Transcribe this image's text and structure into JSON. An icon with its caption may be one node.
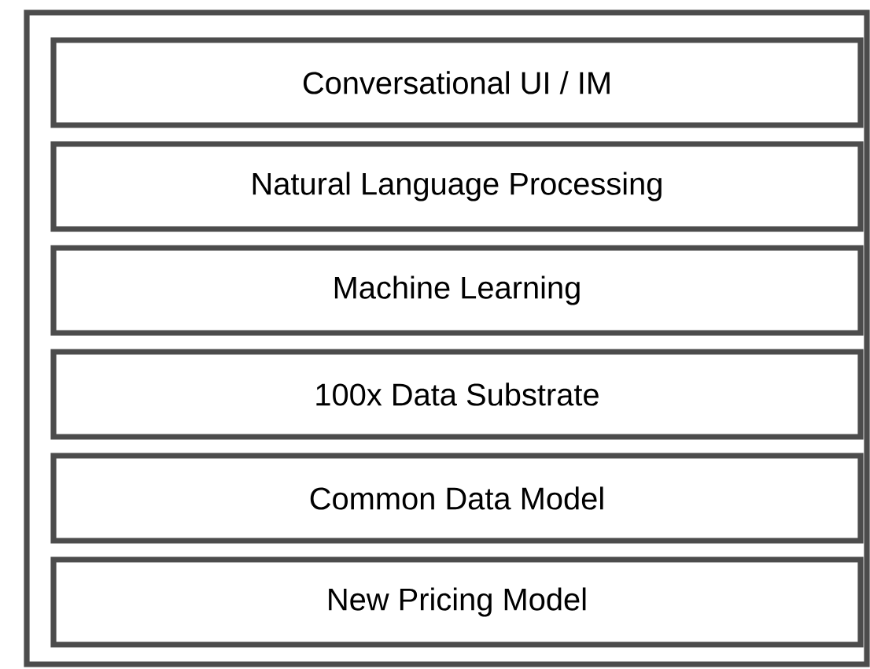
{
  "diagram": {
    "nodes": [
      {
        "text": [],
        "shape": "box"
      },
      {
        "text": [
          "Conversational UI / IM"
        ],
        "in": 0
      },
      {
        "text": [
          "Natural Language Processing"
        ],
        "in": 0
      },
      {
        "text": [
          "Machine Learning"
        ],
        "in": 0
      },
      {
        "text": [
          "100x Data Substrate"
        ],
        "in": 0
      },
      {
        "text": [
          "Common Data Model"
        ],
        "in": 0
      },
      {
        "text": [
          "New Pricing Model"
        ],
        "in": 0
      }
    ]
  }
}
